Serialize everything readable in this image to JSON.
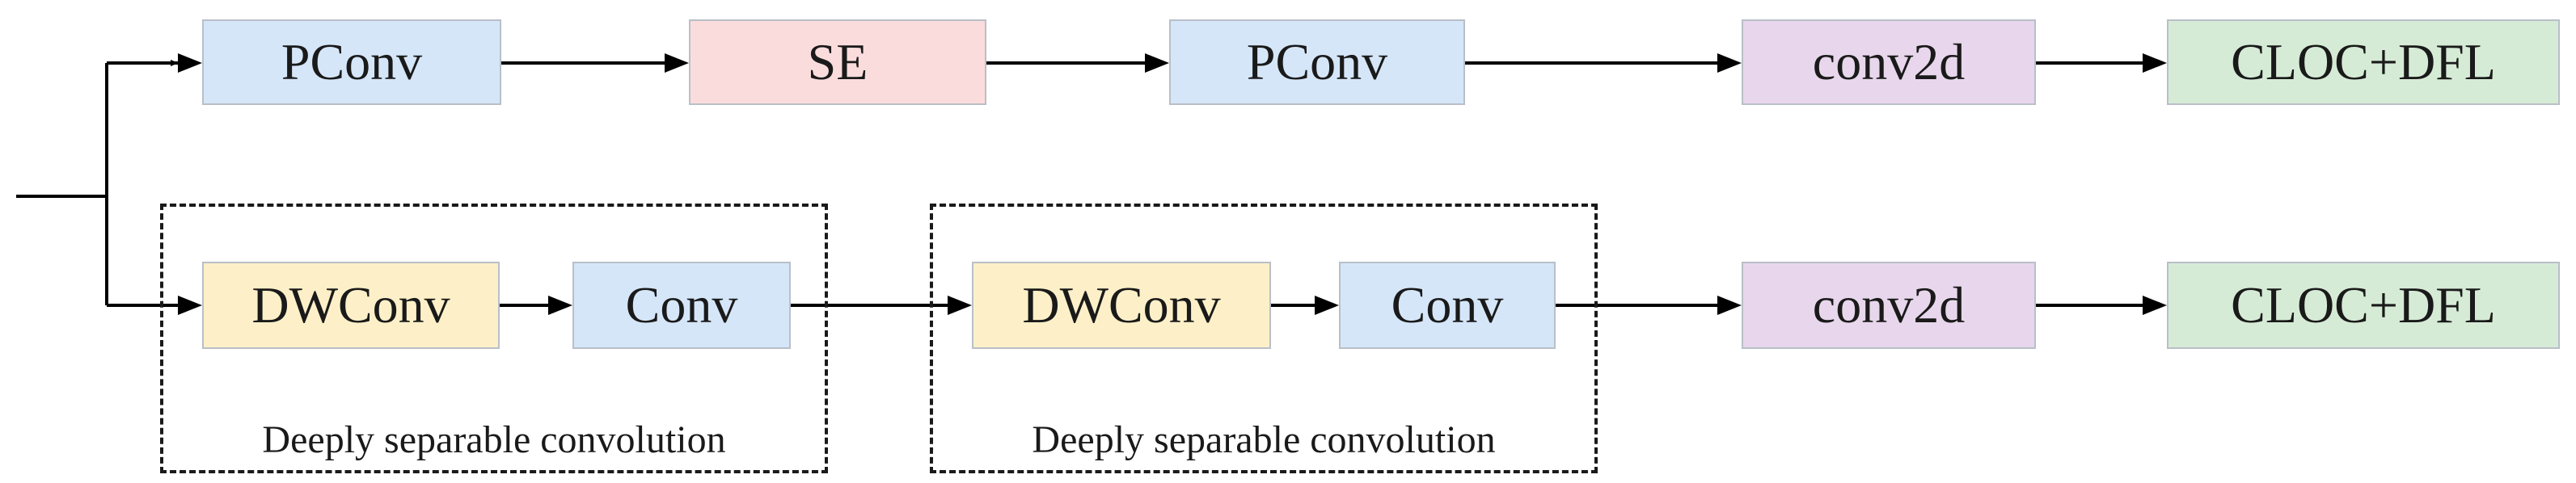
{
  "colors": {
    "blue": "#d5e6f8",
    "pink": "#fbdcdc",
    "purple": "#e8d7ec",
    "green": "#d6ebd6",
    "yellow": "#fdf0c8",
    "line": "#000000"
  },
  "top_branch": {
    "pconv_1": "PConv",
    "se": "SE",
    "pconv_2": "PConv",
    "conv2d": "conv2d",
    "cloc_dfl": "CLOC+DFL"
  },
  "bottom_branch": {
    "group_1": {
      "dwconv": "DWConv",
      "conv": "Conv",
      "label": "Deeply separable convolution"
    },
    "group_2": {
      "dwconv": "DWConv",
      "conv": "Conv",
      "label": "Deeply separable convolution"
    },
    "conv2d": "conv2d",
    "cloc_dfl": "CLOC+DFL"
  }
}
